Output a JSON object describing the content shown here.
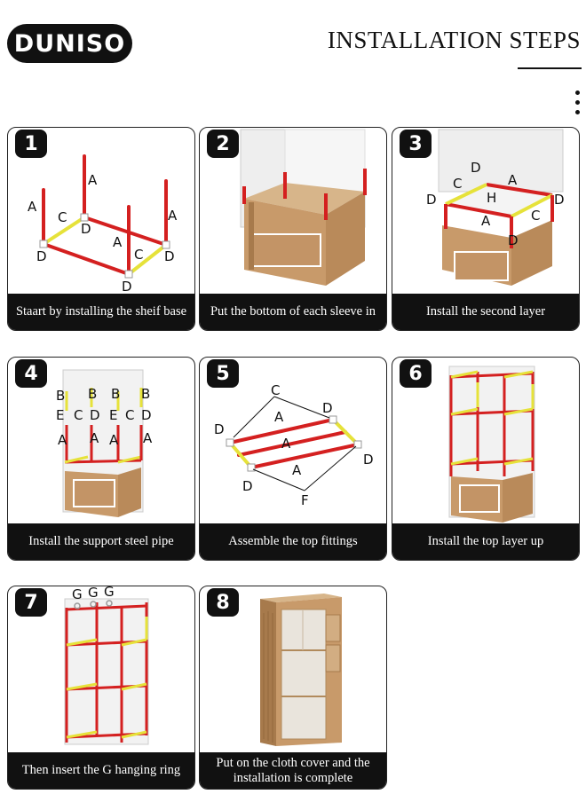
{
  "header": {
    "brand": "DUNISO",
    "title": "INSTALLATION STEPS"
  },
  "steps": [
    {
      "number": "1",
      "caption": "Staart by installing the sheif base"
    },
    {
      "number": "2",
      "caption": "Put the bottom of each sleeve in"
    },
    {
      "number": "3",
      "caption": "Install the second layer"
    },
    {
      "number": "4",
      "caption": "Install the support steel pipe"
    },
    {
      "number": "5",
      "caption": "Assemble the top fittings"
    },
    {
      "number": "6",
      "caption": "Install the top layer up"
    },
    {
      "number": "7",
      "caption": "Then insert the G hanging ring"
    },
    {
      "number": "8",
      "caption": "Put on the cloth cover and the installation is complete"
    }
  ],
  "labels": {
    "step1": [
      "A",
      "A",
      "A",
      "A",
      "C",
      "C",
      "D",
      "D",
      "D",
      "D"
    ],
    "step3": [
      "D",
      "A",
      "C",
      "D",
      "H",
      "D",
      "A",
      "C",
      "D"
    ],
    "step4_row1": [
      "B",
      "B",
      "B",
      "B"
    ],
    "step4_row2": [
      "E",
      "C",
      "D",
      "E",
      "C",
      "D"
    ],
    "step4_row3": [
      "A",
      "A",
      "A",
      "A"
    ],
    "step5": [
      "C",
      "D",
      "A",
      "D",
      "A",
      "D",
      "A",
      "D",
      "F"
    ],
    "step7": [
      "G",
      "G",
      "G"
    ]
  },
  "colors": {
    "brand_bg": "#111111",
    "pipe_red": "#d42020",
    "pipe_yellow": "#e6e23a",
    "cloth_tan": "#c89a6a"
  }
}
